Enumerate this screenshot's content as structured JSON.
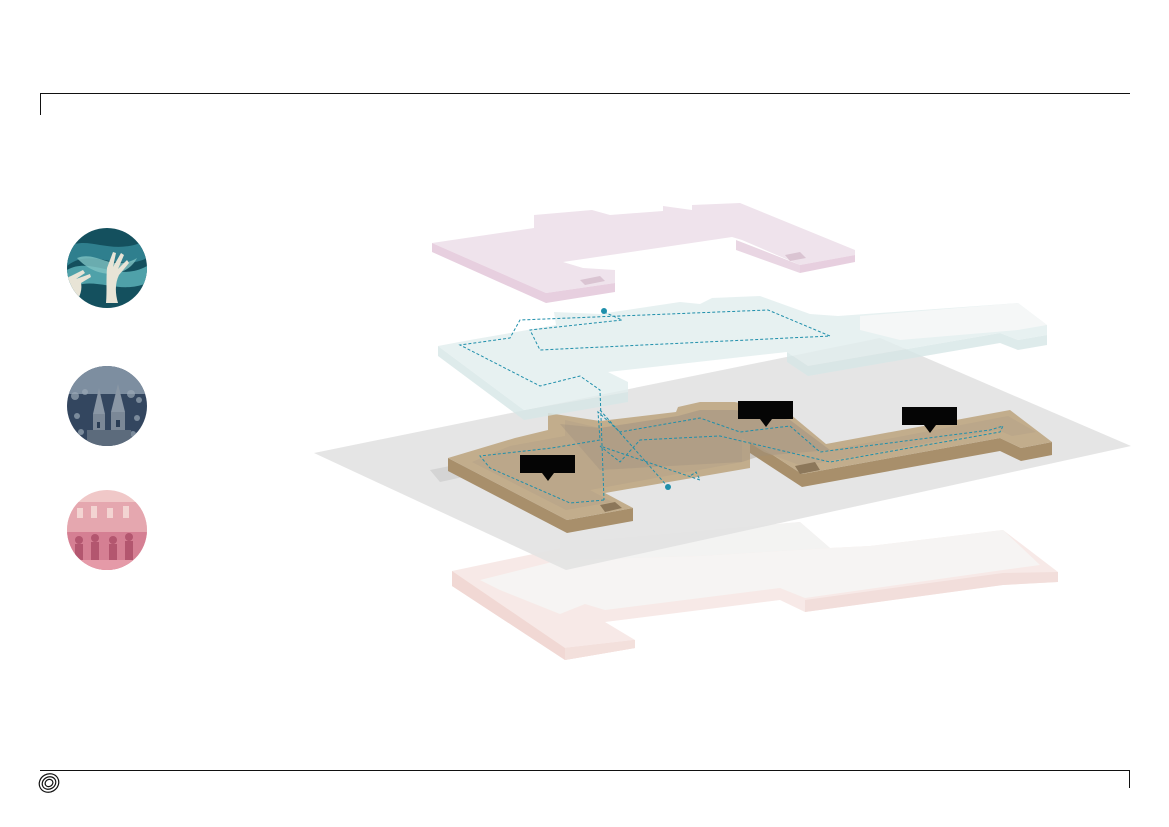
{
  "diagram": {
    "type": "exploded-axonometric-floor-plan",
    "levels": [
      {
        "id": "top",
        "color": "#efe3ec"
      },
      {
        "id": "second",
        "color": "#e6f1f1"
      },
      {
        "id": "ground-plane",
        "color": "#e6e6e6"
      },
      {
        "id": "main",
        "color": "#c2ad8c"
      },
      {
        "id": "lower",
        "color": "#f6e6e3"
      }
    ],
    "route_color": "#1f8fab",
    "callouts": [
      {
        "id": "callout-a",
        "label": ""
      },
      {
        "id": "callout-b",
        "label": ""
      },
      {
        "id": "callout-c",
        "label": ""
      }
    ]
  },
  "thumbnails": [
    {
      "id": "hands",
      "icon": "hands-icon",
      "color": "#1f5f6c"
    },
    {
      "id": "towers",
      "icon": "church-towers-icon",
      "color": "#2a3d55"
    },
    {
      "id": "crowd",
      "icon": "crowd-scene-icon",
      "color": "#d88c98"
    }
  ],
  "logo": {
    "icon": "spiral-logo-icon"
  }
}
